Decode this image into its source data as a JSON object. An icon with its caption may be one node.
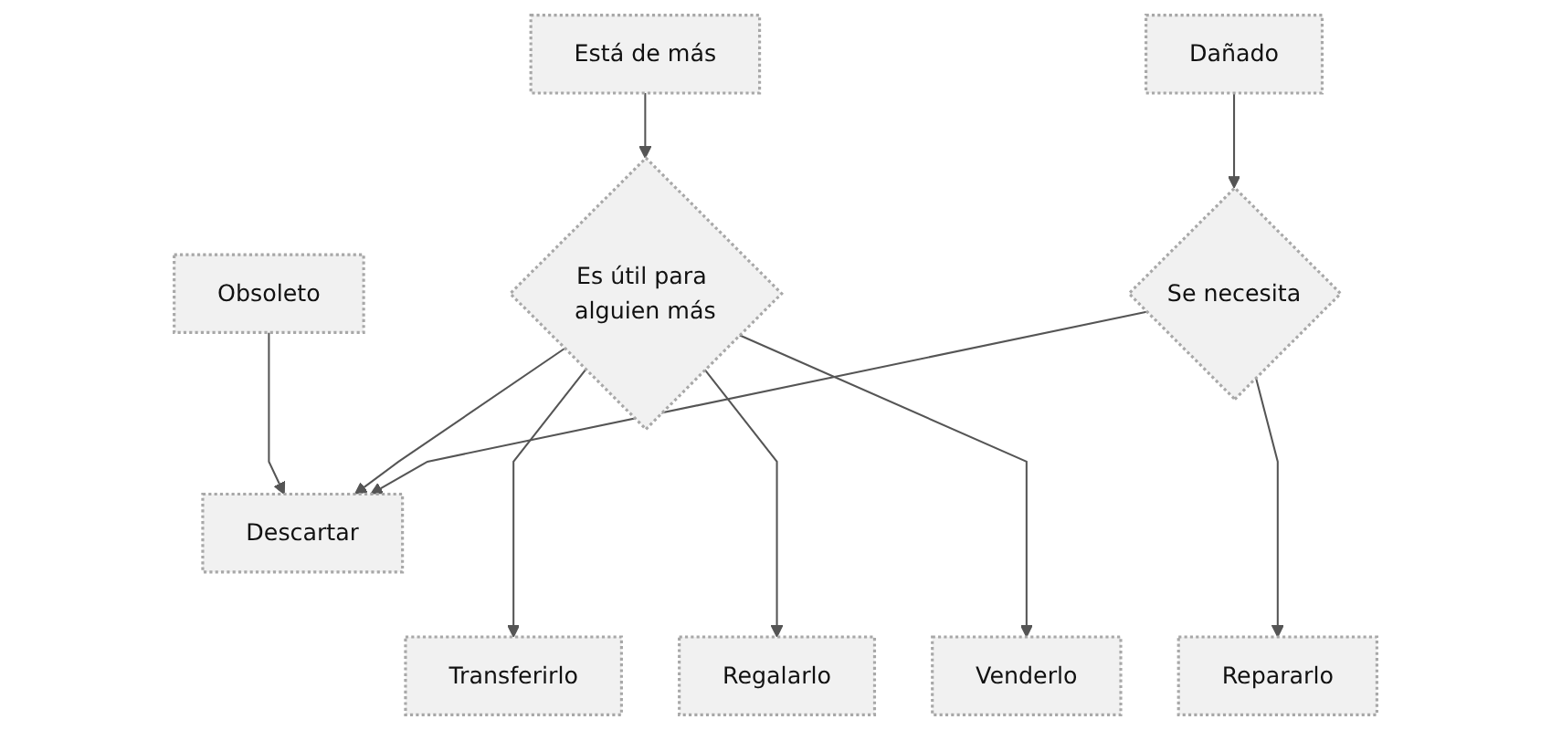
{
  "diagram": {
    "nodes": [
      {
        "text": [
          "Está de más"
        ]
      },
      {
        "text": [
          "Obsoleto"
        ]
      },
      {
        "text": [
          "Dañado"
        ]
      },
      {
        "text": [
          "Es útil para alguien más"
        ]
      },
      {
        "text": [
          "Descartar"
        ]
      },
      {
        "text": [
          "Se necesita"
        ]
      },
      {
        "text": [
          "Transferirlo"
        ]
      },
      {
        "text": [
          "Regalarlo"
        ]
      },
      {
        "text": [
          "Venderlo"
        ]
      },
      {
        "text": [
          "Repararlo"
        ]
      }
    ],
    "edges": [
      {
        "from": 0,
        "to": 3,
        "arrow": "to"
      },
      {
        "from": 1,
        "to": 4,
        "arrow": "to"
      },
      {
        "from": 2,
        "to": 5,
        "arrow": "to"
      },
      {
        "from": 3,
        "to": 4,
        "arrow": "to"
      },
      {
        "from": 5,
        "to": 4,
        "arrow": "to"
      },
      {
        "from": 3,
        "to": 6,
        "arrow": "to"
      },
      {
        "from": 3,
        "to": 7,
        "arrow": "to"
      },
      {
        "from": 3,
        "to": 8,
        "arrow": "to"
      },
      {
        "from": 5,
        "to": 9,
        "arrow": "to"
      }
    ]
  }
}
